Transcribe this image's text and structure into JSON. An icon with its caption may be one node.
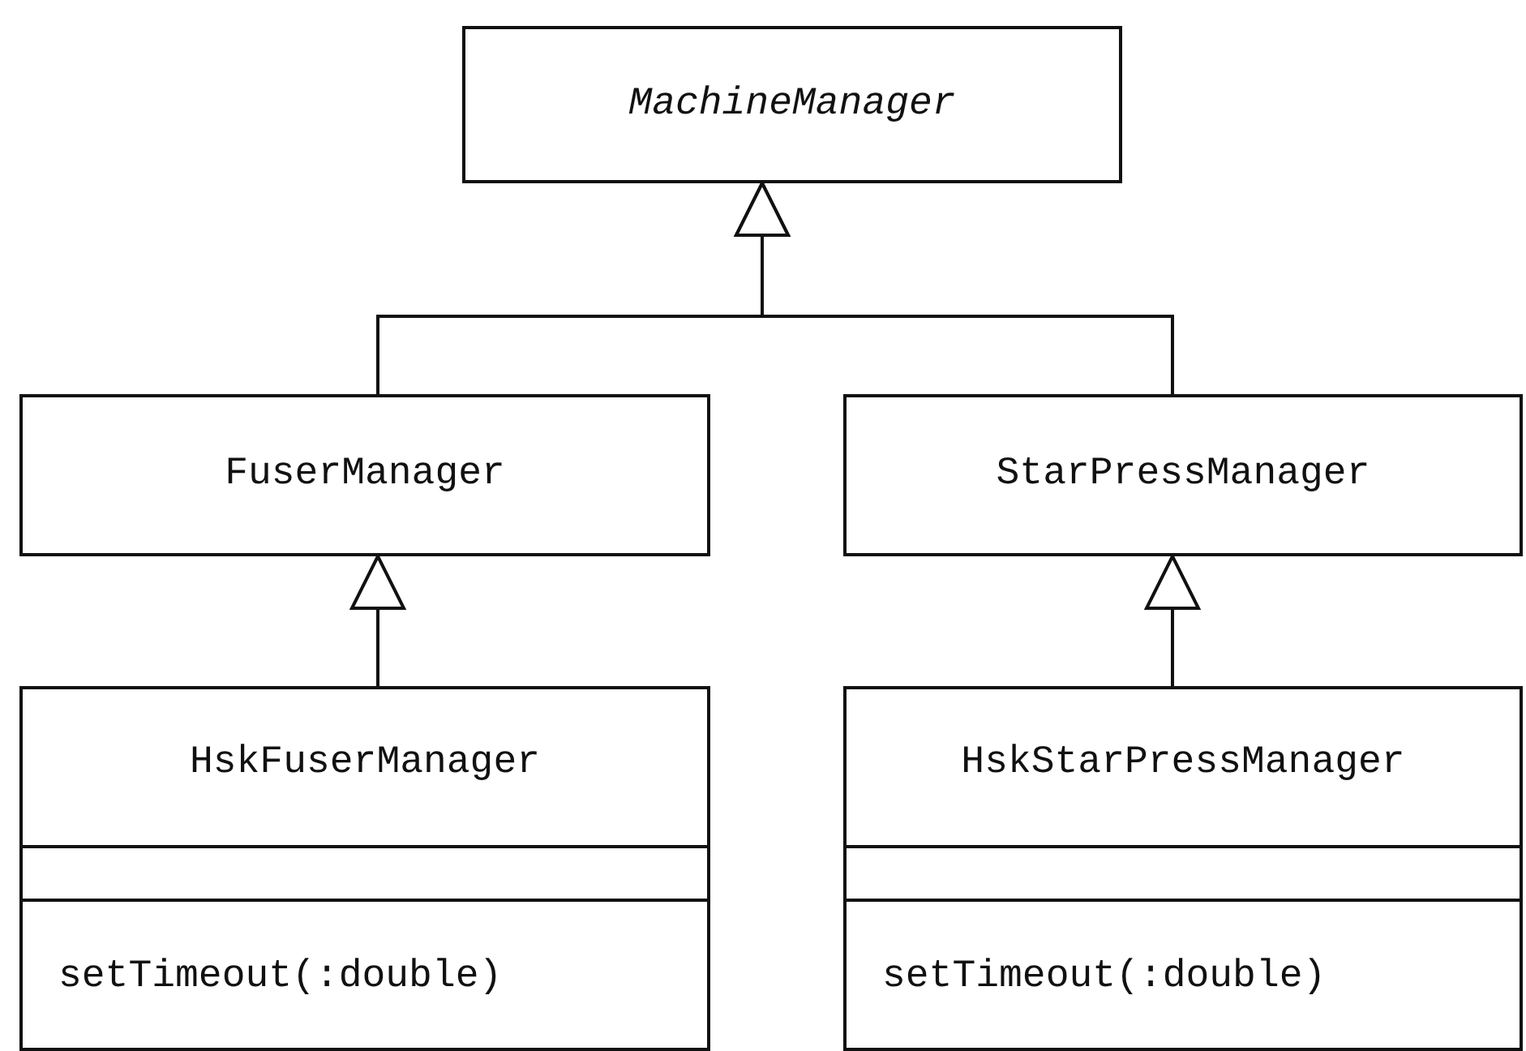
{
  "diagram": {
    "nodes": [
      {
        "text": [
          "MachineManager"
        ]
      },
      {
        "text": [
          "FuserManager"
        ]
      },
      {
        "text": [
          "StarPressManager"
        ]
      },
      {
        "text": [
          "HskFuserManager",
          "setTimeout(:double)"
        ]
      },
      {
        "text": [
          "HskStarPressManager",
          "setTimeout(:double)"
        ]
      }
    ],
    "edges": [
      {
        "from": 1,
        "to": 0,
        "arrow": "to"
      },
      {
        "from": 2,
        "to": 0,
        "arrow": "to"
      },
      {
        "from": 3,
        "to": 1,
        "arrow": "to"
      },
      {
        "from": 4,
        "to": 2,
        "arrow": "to"
      }
    ]
  }
}
